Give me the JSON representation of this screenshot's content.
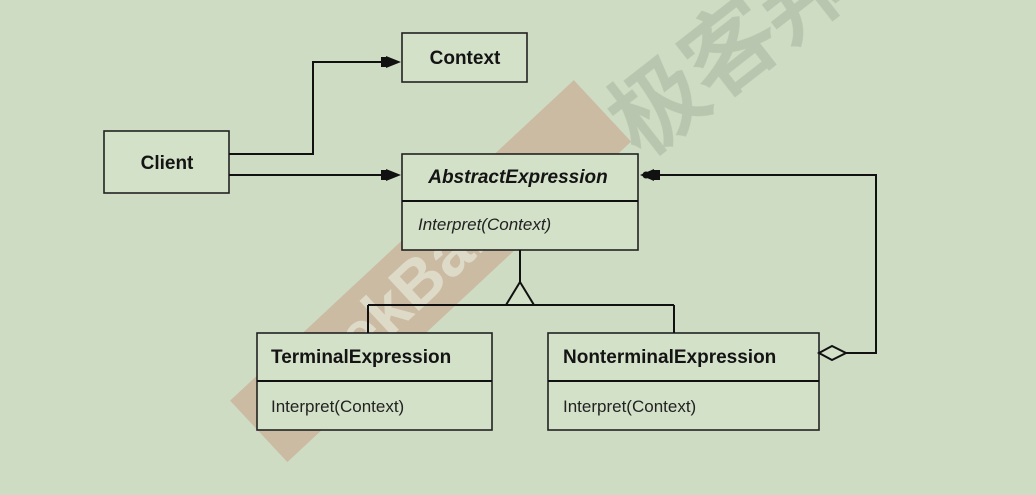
{
  "diagram": {
    "classes": {
      "context": {
        "name": "Context"
      },
      "client": {
        "name": "Client"
      },
      "abstract_expression": {
        "name": "AbstractExpression",
        "operation": "Interpret(Context)"
      },
      "terminal_expression": {
        "name": "TerminalExpression",
        "operation": "Interpret(Context)"
      },
      "nonterminal_expression": {
        "name": "NonterminalExpression",
        "operation": "Interpret(Context)"
      }
    },
    "relations": [
      {
        "from": "client",
        "to": "context",
        "kind": "association"
      },
      {
        "from": "client",
        "to": "abstract_expression",
        "kind": "association"
      },
      {
        "from": "terminal_expression",
        "to": "abstract_expression",
        "kind": "inheritance"
      },
      {
        "from": "nonterminal_expression",
        "to": "abstract_expression",
        "kind": "inheritance"
      },
      {
        "from": "nonterminal_expression",
        "to": "abstract_expression",
        "kind": "aggregation"
      }
    ]
  },
  "watermark": {
    "brand": "GeekBang",
    "cjk": "极客邦",
    "band_color": "#c8a088",
    "text_color": "#a7b59e"
  }
}
